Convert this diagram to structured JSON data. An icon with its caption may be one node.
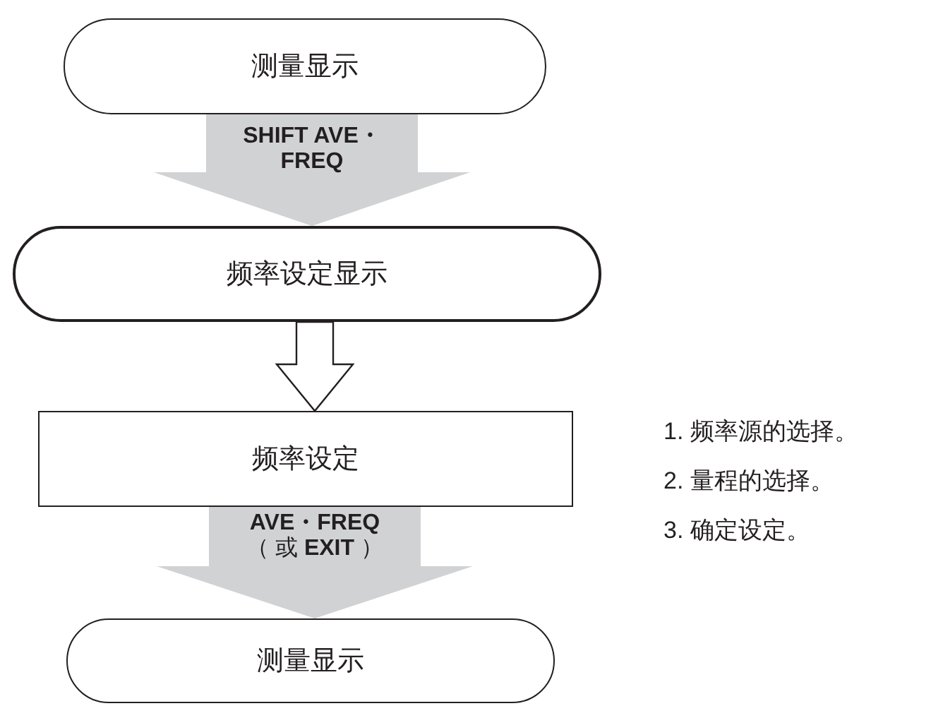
{
  "diagram": {
    "nodes": [
      {
        "text": [
          "测量显示"
        ]
      },
      {
        "text": [
          "频率设定显示"
        ]
      },
      {
        "text": [
          "频率设定"
        ]
      },
      {
        "text": [
          "测量显示"
        ]
      }
    ],
    "edges": [
      {
        "from": 0,
        "to": 1,
        "arrow": "to",
        "label": "SHIFT AVE・FREQ",
        "style": "thick"
      },
      {
        "from": 1,
        "to": 2,
        "arrow": "to"
      },
      {
        "from": 2,
        "to": 3,
        "arrow": "to",
        "label": "**AVE・FREQ** （ 或 **EXIT** ）",
        "style": "thick"
      }
    ],
    "labels": [
      "1. 频率源的选择。",
      "2. 量程的选择。",
      "3. 确定设定。"
    ]
  }
}
